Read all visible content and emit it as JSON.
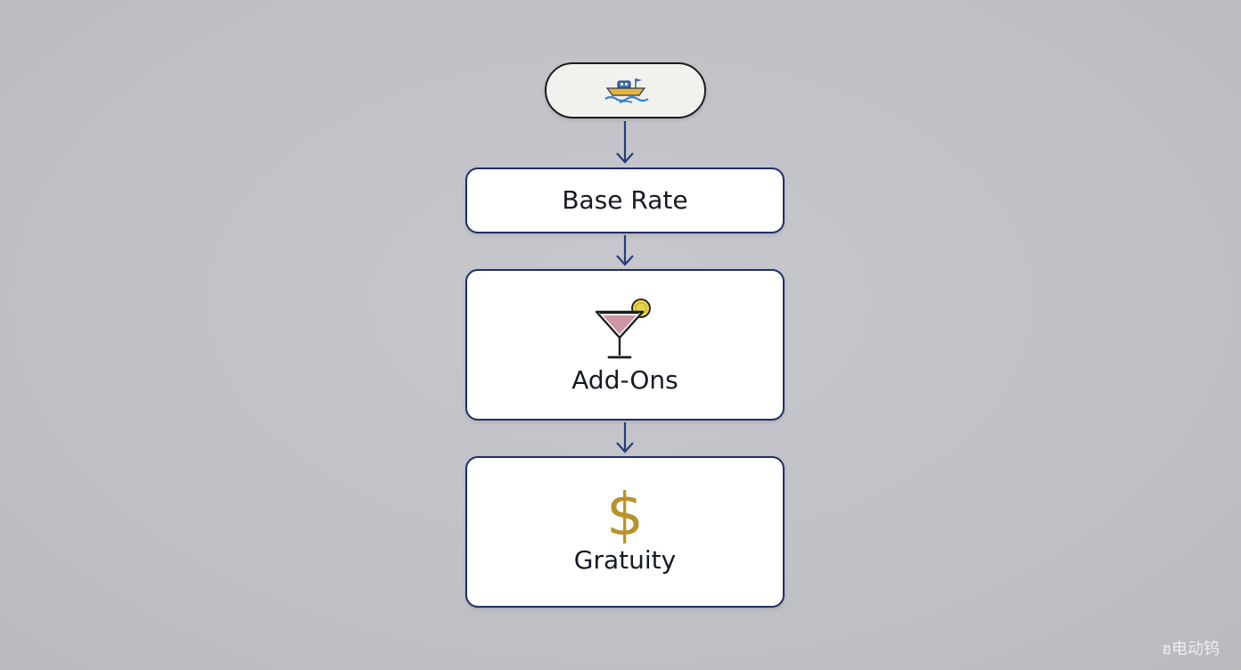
{
  "diagram": {
    "steps": [
      {
        "label": ""
      },
      {
        "label": "Base Rate"
      },
      {
        "label": "Add-Ons"
      },
      {
        "label": "Gratuity"
      }
    ],
    "gratuity_symbol": "$",
    "icons": [
      "boat-icon",
      "cocktail-icon",
      "dollar-icon"
    ],
    "colors": {
      "border": "#1f2f66",
      "arrow": "#2a3b7a",
      "dollar": "#b8922a",
      "background": "#c0c2c7"
    }
  },
  "watermark": "ฮ电动钨"
}
